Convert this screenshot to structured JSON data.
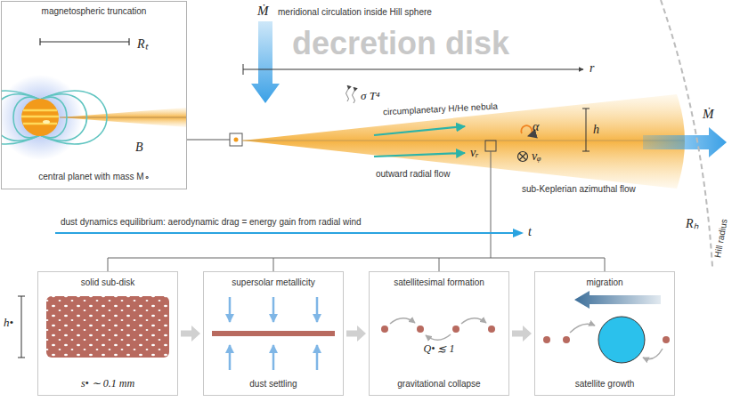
{
  "diagram": {
    "nodes": [
      {
        "text": [
          "magnetospheric truncation",
          "Rₜ",
          "B⃗",
          "central planet with mass M∘"
        ]
      },
      {
        "text": [
          "solid sub-disk",
          "s• ∼ 0.1 mm"
        ]
      },
      {
        "text": [
          "supersolar metallicity",
          "dust settling"
        ]
      },
      {
        "text": [
          "satellitesimal formation",
          "Q• ≲ 1",
          "gravitational collapse"
        ]
      },
      {
        "text": [
          "migration",
          "satellite growth"
        ]
      }
    ],
    "edges": [
      {
        "from": 1,
        "to": 2,
        "arrow": "to"
      },
      {
        "from": 2,
        "to": 3,
        "arrow": "to"
      },
      {
        "from": 3,
        "to": 4,
        "arrow": "to"
      }
    ],
    "labels": [
      "Ṁ",
      "meridional circulation inside Hill sphere",
      "decretion disk",
      "r",
      "σ T⁴",
      "circumplanetary H/He nebula",
      "α",
      "h",
      "vᵣ",
      "outward radial flow",
      "vᵩ",
      "sub-Keplerian azimuthal flow",
      "Ṁ",
      "Rₕ",
      "Hill radius",
      "dust dynamics equilibrium:  aerodynamic drag = energy gain from radial wind",
      "t",
      "h•"
    ]
  }
}
